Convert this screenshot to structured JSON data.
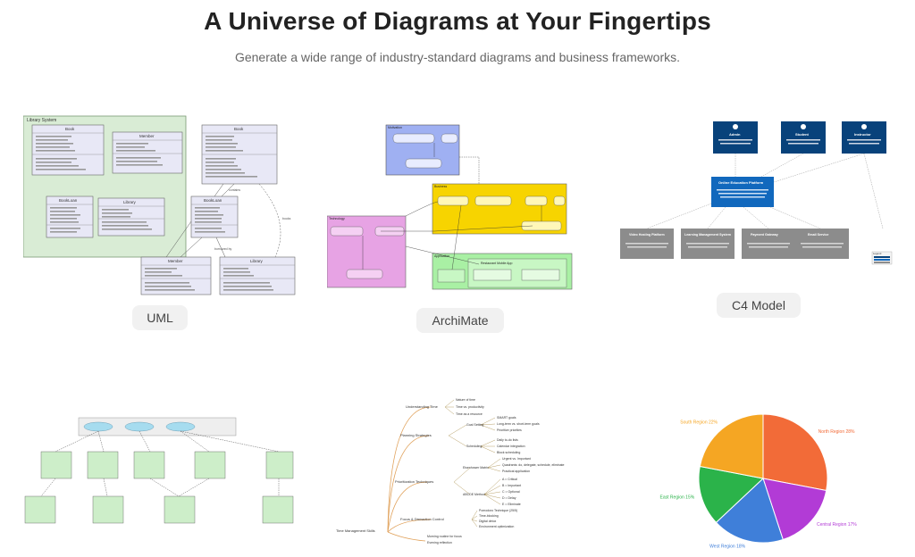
{
  "header": {
    "title": "A Universe of Diagrams at Your Fingertips",
    "subtitle": "Generate a wide range of industry-standard diagrams and business frameworks."
  },
  "gallery": {
    "uml": {
      "label": "UML",
      "package": "Library System",
      "classes": {
        "book": "Book",
        "member": "Member",
        "bookloan": "BookLoan",
        "library": "Library"
      },
      "relations": [
        "contains",
        "borrowed by",
        "books"
      ]
    },
    "archimate": {
      "label": "ArchiMate",
      "layers": {
        "motivation": "Motivation",
        "business": "Business",
        "application": "Application",
        "technology": "Technology"
      },
      "components": {
        "app": "Restaurant Mobile App"
      }
    },
    "c4": {
      "label": "C4 Model",
      "people": [
        "Admin",
        "Student",
        "Instructor"
      ],
      "system": "Online Education Platform",
      "externals": [
        "Video Hosting Platform",
        "Learning Management System",
        "Payment Gateway",
        "Email Service"
      ],
      "legend": "Legend"
    },
    "mindmap": {
      "root": "Time Management Skills",
      "branches": [
        {
          "label": "Understanding Time",
          "leaves": [
            "Nature of time",
            "Time vs. productivity",
            "Time as a resource"
          ]
        },
        {
          "label": "Planning Strategies",
          "leaves": [
            "SMART goals",
            "Long-term vs. short-term goals",
            "Prioritize priorities",
            "Daily to-do lists",
            "Calendar integration",
            "Block scheduling"
          ]
        },
        {
          "label": "Prioritization Techniques",
          "leaves": [
            "Urgent vs. Important",
            "Quadrants: do, delegate, schedule, eliminate",
            "Practical application",
            "A = Critical",
            "B = Important",
            "C = Optional",
            "D = Delay",
            "E = Eliminate"
          ]
        },
        {
          "label": "Focus & Distraction Control",
          "leaves": [
            "Pomodoro Technique (25/5)",
            "Time-blocking",
            "Digital detox",
            "Environment optimization"
          ]
        },
        {
          "label": "",
          "leaves": [
            "Morning routine for focus",
            "Evening reflection"
          ]
        }
      ],
      "sublabels": {
        "goal": "Goal Setting",
        "sched": "Scheduling",
        "eisen": "Eisenhower Matrix",
        "abcde": "ABCDE Method"
      }
    },
    "pie": {
      "chart_data": {
        "type": "pie",
        "slices": [
          {
            "label": "North Region 28%",
            "value": 28,
            "color": "#f26b38"
          },
          {
            "label": "Central Region 17%",
            "value": 17,
            "color": "#b23bd6"
          },
          {
            "label": "West Region 18%",
            "value": 18,
            "color": "#3f7fd9"
          },
          {
            "label": "East Region 15%",
            "value": 15,
            "color": "#2bb34a"
          },
          {
            "label": "South Region 22%",
            "value": 22,
            "color": "#f5a623"
          }
        ]
      }
    }
  }
}
